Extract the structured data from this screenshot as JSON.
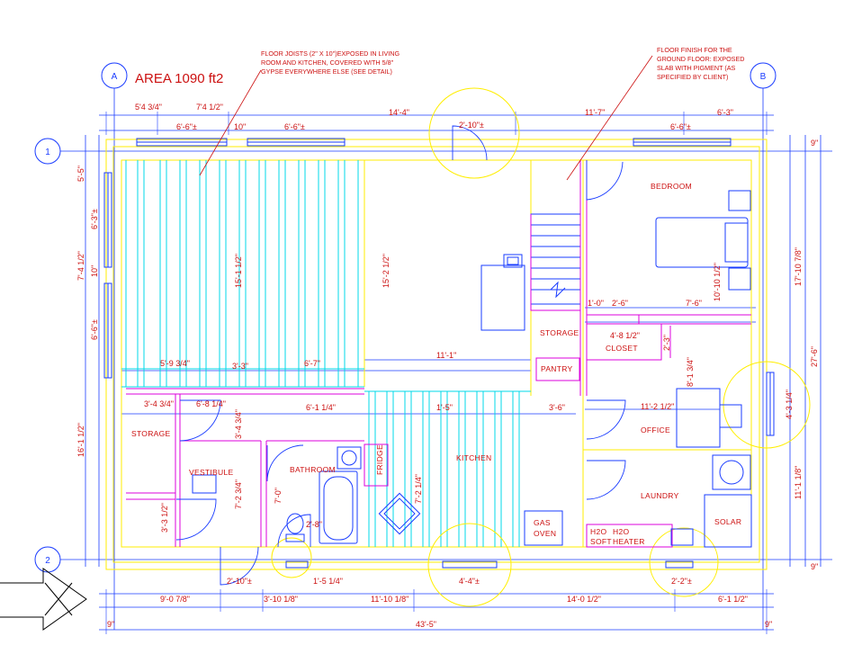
{
  "area_label": "AREA 1090 ft2",
  "grid_labels": {
    "a": "A",
    "b": "B",
    "one": "1",
    "two": "2"
  },
  "notes": {
    "joists": [
      "FLOOR JOISTS (2\" X 10\")EXPOSED IN LIVING",
      "ROOM AND KITCHEN, COVERED WITH 5/8\"",
      "GYPSE EVERYWHERE ELSE (SEE DETAIL)"
    ],
    "floor_finish": [
      "FLOOR FINISH FOR THE",
      "GROUND FLOOR: EXPOSED",
      "SLAB WITH PIGMENT (AS",
      "SPECIFIED BY CLIENT)"
    ]
  },
  "rooms": {
    "bedroom": "BEDROOM",
    "storage_upper": "STORAGE",
    "closet": "CLOSET",
    "pantry": "PANTRY",
    "office": "OFFICE",
    "laundry": "LAUNDRY",
    "solar": "SOLAR",
    "kitchen": "KITCHEN",
    "bathroom": "BATHROOM",
    "vestibule": "VESTIBULE",
    "storage_lower": "STORAGE",
    "fridge": "FRIDGE",
    "gas_oven": [
      "GAS",
      "OVEN"
    ],
    "h2o_soft": [
      "H2O",
      "SOFT"
    ],
    "h2o_heater": [
      "H2O",
      "HEATER"
    ]
  },
  "dims": {
    "top_a": "5'4 3/4\"",
    "top_b": "7'4 1/2\"",
    "top_c": "14'-4\"",
    "top_d": "11'-7\"",
    "top_e": "6'-3\"",
    "win_1": "6'-6\"±",
    "win_2": "10\"",
    "win_3": "6'-6\"±",
    "door_top": "2'-10\"±",
    "win_4": "6'-6\"±",
    "left_1": "5'-5\"",
    "left_2": "6'-3\"±",
    "left_3": "7'-4 1/2\"",
    "left_4": "10\"",
    "left_5": "6'-6\"±",
    "left_6": "16'-1 1/2\"",
    "living_h": "15'-1 1/2\"",
    "living_h2": "15'-2 1/2\"",
    "stair_w": "11'-1\"",
    "d_5_9": "5'-9 3/4\"",
    "d_3_3": "3'-3\"",
    "d_6_7": "6'-7\"",
    "d_3_4": "3'-4 3/4\"",
    "d_6_8": "6'-8 1/4\"",
    "d_6_1": "6'-1 1/4\"",
    "d_1_5": "1'-5\"",
    "d_3_6": "3'-6\"",
    "d_3_4b": "3'-4 3/4\"",
    "d_7_2": "7'-2 3/4\"",
    "d_7_0": "7'-0\"",
    "d_7_2b": "7'-2 1/4\"",
    "d_3_3b": "3'-3 1/2\"",
    "d_2_8": "2'-8\"",
    "d_1_0": "1'-0\"",
    "d_2_6": "2'-6\"",
    "d_7_6": "7'-6\"",
    "d_4_8": "4'-8 1/2\"",
    "d_2_3": "2'-3\"",
    "d_10_10": "10'-10 1/2\"",
    "d_8_1": "8'-1 3/4\"",
    "d_11_2": "11'-2 1/2\"",
    "d_4_3": "4'-3 1/4\"",
    "d_11_1": "11'-1 1/8\"",
    "right_1": "17'-10 7/8\"",
    "right_2": "27'-6\"",
    "right_3": "9\"",
    "right_4": "9\"",
    "bot_door": "2'-10\"±",
    "bot_win1": "1'-5 1/4\"",
    "bot_win2": "4'-4\"±",
    "bot_win3": "2'-2\"±",
    "bot_1": "9'-0 7/8\"",
    "bot_2": "3'-10 1/8\"",
    "bot_3": "11'-10 1/8\"",
    "bot_4": "14'-0 1/2\"",
    "bot_5": "6'-1 1/2\"",
    "bot_6": "9\"",
    "bot_total": "43'-5\"",
    "bot_7": "9\""
  },
  "colors": {
    "wall": "#ffff55",
    "joist": "#00d8e8",
    "partition": "#dd00dd",
    "dimension": "#1a3cff",
    "text": "#cc1010"
  }
}
